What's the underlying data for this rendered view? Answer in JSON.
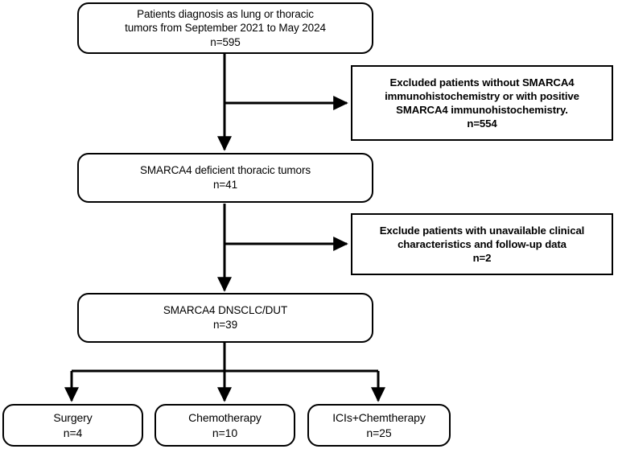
{
  "diagram": {
    "title": "Patient selection flow diagram",
    "type": "flowchart",
    "stroke_color": "#000000",
    "background_color": "#ffffff",
    "nodes": {
      "cohort_total": {
        "label": "Patients diagnosis as lung or thoracic\ntumors from September 2021 to May 2024\nn=595",
        "count": "n=595",
        "shape": "rounded"
      },
      "excluded_ihc": {
        "label": "Excluded patients without SMARCA4\nimmunohistochemistry or with positive\nSMARCA4 immunohistochemistry.\nn=554",
        "count": "n=554",
        "shape": "rectangle"
      },
      "smarca4_deficient": {
        "label": "SMARCA4 deficient thoracic tumors\nn=41",
        "count": "n=41",
        "shape": "rounded"
      },
      "excluded_clinical": {
        "label": "Exclude patients with unavailable clinical\ncharacteristics and follow-up data\nn=2",
        "count": "n=2",
        "shape": "rectangle"
      },
      "dnsclc_dut": {
        "label": "SMARCA4 DNSCLC/DUT\nn=39",
        "count": "n=39",
        "shape": "rounded"
      },
      "surgery": {
        "label": "Surgery\nn=4",
        "count": "n=4",
        "shape": "rounded"
      },
      "chemotherapy": {
        "label": "Chemotherapy\nn=10",
        "count": "n=10",
        "shape": "rounded"
      },
      "icis_chemotherapy": {
        "label": "ICIs+Chemtherapy\nn=25",
        "count": "n=25",
        "shape": "rounded"
      }
    }
  },
  "chart_data": {
    "type": "table",
    "title": "Patient selection flow diagram",
    "categories": [
      "Patients diagnosis as lung or thoracic tumors from September 2021 to May 2024",
      "Excluded patients without SMARCA4 immunohistochemistry or with positive SMARCA4 immunohistochemistry.",
      "SMARCA4 deficient thoracic tumors",
      "Exclude patients with unavailable clinical characteristics and follow-up data",
      "SMARCA4 DNSCLC/DUT",
      "Surgery",
      "Chemotherapy",
      "ICIs+Chemtherapy"
    ],
    "values": [
      595,
      554,
      41,
      2,
      39,
      4,
      10,
      25
    ]
  }
}
